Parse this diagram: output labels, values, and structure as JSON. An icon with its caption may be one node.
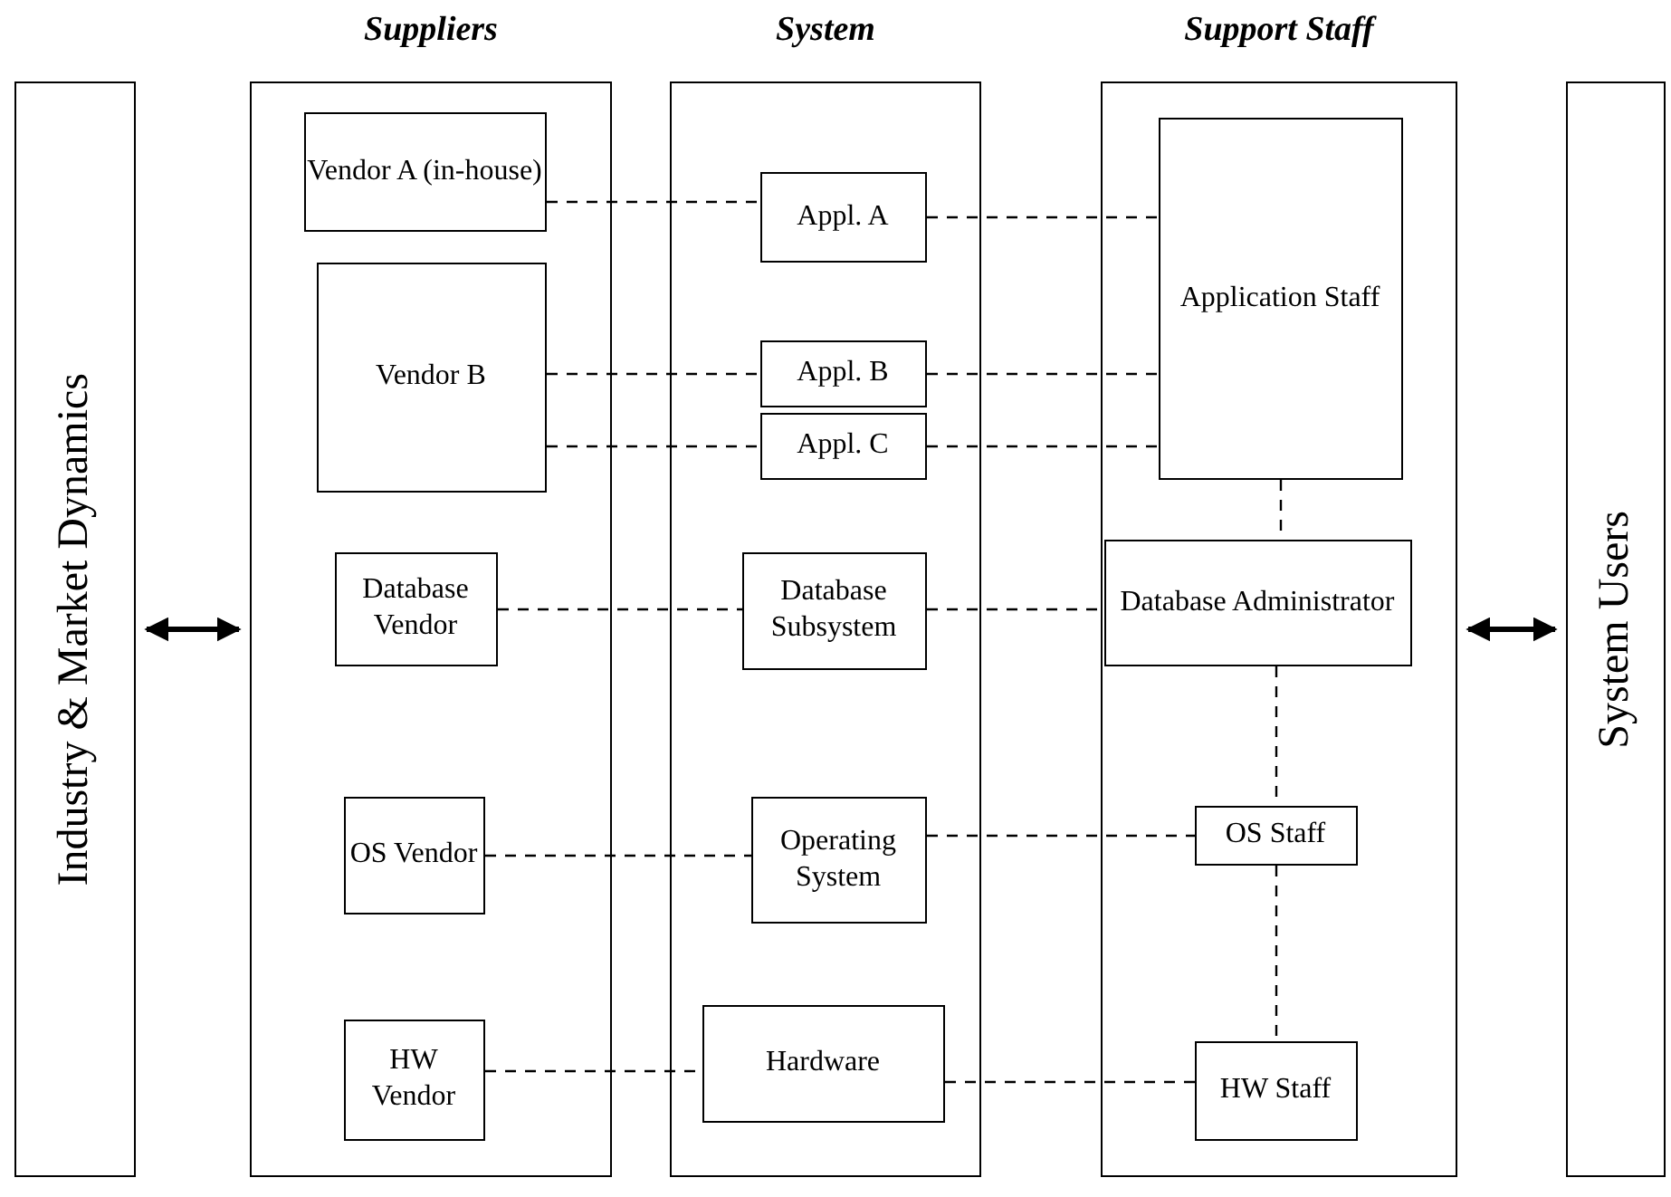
{
  "diagram": {
    "nodes": [
      {
        "text": [
          "Industry & Market Dynamics"
        ]
      },
      {
        "text": [
          "Suppliers"
        ]
      },
      {
        "text": [
          "System"
        ]
      },
      {
        "text": [
          "Support Staff"
        ]
      },
      {
        "text": [
          "System Users"
        ]
      },
      {
        "text": [
          "Vendor A (in-house)"
        ],
        "in": 1
      },
      {
        "text": [
          "Vendor B"
        ],
        "in": 1
      },
      {
        "text": [
          "Database Vendor"
        ],
        "in": 1
      },
      {
        "text": [
          "OS Vendor"
        ],
        "in": 1
      },
      {
        "text": [
          "HW Vendor"
        ],
        "in": 1
      },
      {
        "text": [
          "Appl. A"
        ],
        "in": 2
      },
      {
        "text": [
          "Appl. B"
        ],
        "in": 2
      },
      {
        "text": [
          "Appl. C"
        ],
        "in": 2
      },
      {
        "text": [
          "Database Subsystem"
        ],
        "in": 2
      },
      {
        "text": [
          "Operating System"
        ],
        "in": 2
      },
      {
        "text": [
          "Hardware"
        ],
        "in": 2
      },
      {
        "text": [
          "Application Staff"
        ],
        "in": 3
      },
      {
        "text": [
          "Database Administrator"
        ],
        "in": 3
      },
      {
        "text": [
          "OS Staff"
        ],
        "in": 3
      },
      {
        "text": [
          "HW Staff"
        ],
        "in": 3
      }
    ],
    "edges": [
      {
        "from": 0,
        "to": 1,
        "arrow": "both",
        "style": "thick"
      },
      {
        "from": 3,
        "to": 4,
        "arrow": "both",
        "style": "thick"
      },
      {
        "from": 5,
        "to": 10,
        "arrow": "none",
        "style": "dashed"
      },
      {
        "from": 10,
        "to": 16,
        "arrow": "none",
        "style": "dashed"
      },
      {
        "from": 6,
        "to": 11,
        "arrow": "none",
        "style": "dashed"
      },
      {
        "from": 11,
        "to": 16,
        "arrow": "none",
        "style": "dashed"
      },
      {
        "from": 6,
        "to": 12,
        "arrow": "none",
        "style": "dashed"
      },
      {
        "from": 12,
        "to": 16,
        "arrow": "none",
        "style": "dashed"
      },
      {
        "from": 7,
        "to": 13,
        "arrow": "none",
        "style": "dashed"
      },
      {
        "from": 13,
        "to": 17,
        "arrow": "none",
        "style": "dashed"
      },
      {
        "from": 8,
        "to": 14,
        "arrow": "none",
        "style": "dashed"
      },
      {
        "from": 14,
        "to": 18,
        "arrow": "none",
        "style": "dashed"
      },
      {
        "from": 9,
        "to": 15,
        "arrow": "none",
        "style": "dashed"
      },
      {
        "from": 15,
        "to": 19,
        "arrow": "none",
        "style": "dashed"
      },
      {
        "from": 16,
        "to": 17,
        "arrow": "none",
        "style": "dashed"
      },
      {
        "from": 17,
        "to": 18,
        "arrow": "none",
        "style": "dashed"
      },
      {
        "from": 18,
        "to": 19,
        "arrow": "none",
        "style": "dashed"
      }
    ]
  }
}
